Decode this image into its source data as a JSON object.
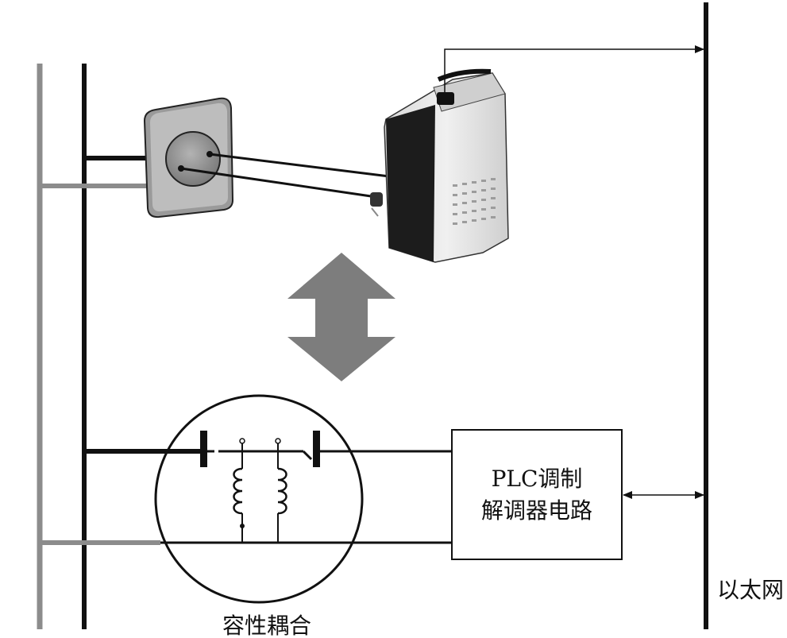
{
  "labels": {
    "modem_line1": "PLC调制",
    "modem_line2": "解调器电路",
    "ethernet": "以太网",
    "coupling": "容性耦合"
  },
  "colors": {
    "line_black": "#111111",
    "line_gray": "#8c8c8c",
    "arrow_gray": "#7d7d7d",
    "background": "#ffffff"
  },
  "icons": {
    "socket": "wall-socket-icon",
    "adapter": "plc-adapter-icon",
    "arrow": "double-arrow-icon"
  }
}
